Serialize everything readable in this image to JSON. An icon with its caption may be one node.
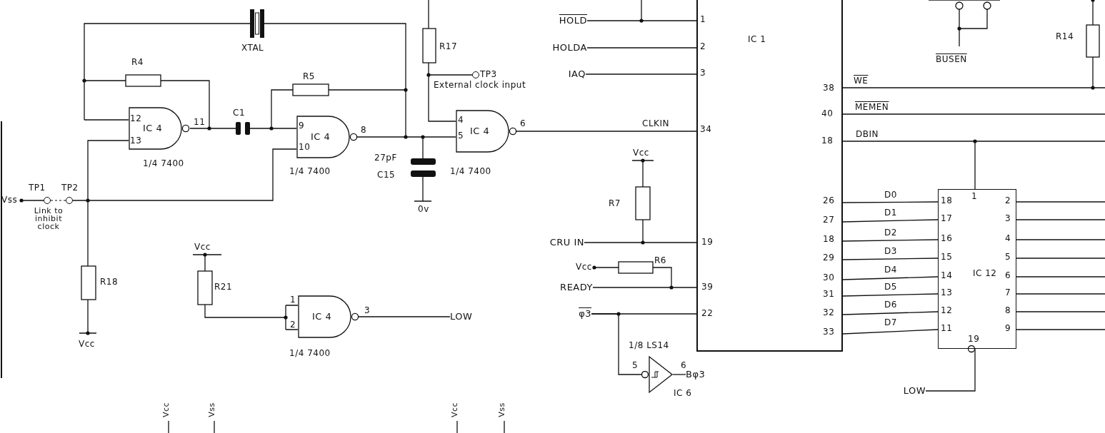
{
  "diagram": {
    "nodes": [
      {
        "text": [
          "IC 4"
        ],
        "beside": [
          "1/4 7400"
        ]
      },
      {
        "text": [
          "IC 4"
        ],
        "beside": [
          "1/4 7400"
        ]
      },
      {
        "text": [
          "IC 4"
        ],
        "beside": [
          "1/4 7400"
        ]
      },
      {
        "text": [
          "IC 4"
        ],
        "beside": [
          "1/4 7400"
        ]
      },
      {
        "text": [
          "IC 1"
        ]
      },
      {
        "text": [
          "IC 12"
        ]
      },
      {
        "text": [],
        "shape": "triangle",
        "beside": [
          "1/8 LS14",
          "IC 6"
        ]
      },
      {
        "text": [
          "HOLD"
        ]
      },
      {
        "text": [
          "HOLDA"
        ]
      },
      {
        "text": [
          "IAQ"
        ]
      },
      {
        "text": [
          "CRU IN"
        ]
      },
      {
        "text": [
          "READY"
        ]
      },
      {
        "text": [
          "φ3"
        ]
      },
      {
        "text": [
          "LOW"
        ]
      },
      {
        "text": [
          "Bφ3"
        ]
      },
      {
        "text": [
          "LOW"
        ]
      }
    ],
    "edges": [
      {
        "from": 0,
        "to": 1,
        "arrow": "none"
      },
      {
        "from": 1,
        "to": 2,
        "arrow": "none"
      },
      {
        "from": 2,
        "to": 4,
        "arrow": "none",
        "label": "CLKIN"
      },
      {
        "from": 7,
        "to": 4,
        "arrow": "none"
      },
      {
        "from": 8,
        "to": 4,
        "arrow": "none"
      },
      {
        "from": 9,
        "to": 4,
        "arrow": "none"
      },
      {
        "from": 10,
        "to": 4,
        "arrow": "none"
      },
      {
        "from": 11,
        "to": 4,
        "arrow": "none"
      },
      {
        "from": 12,
        "to": 4,
        "arrow": "none"
      },
      {
        "from": 12,
        "to": 6,
        "arrow": "other"
      },
      {
        "from": 6,
        "to": 14,
        "arrow": "none"
      },
      {
        "from": 3,
        "to": 13,
        "arrow": "none"
      },
      {
        "from": 4,
        "to": 5,
        "arrow": "none",
        "label": "DBIN"
      },
      {
        "from": 4,
        "to": 5,
        "arrow": "none",
        "label": "D0"
      },
      {
        "from": 4,
        "to": 5,
        "arrow": "none",
        "label": "D1"
      },
      {
        "from": 4,
        "to": 5,
        "arrow": "none",
        "label": "D2"
      },
      {
        "from": 4,
        "to": 5,
        "arrow": "none",
        "label": "D3"
      },
      {
        "from": 4,
        "to": 5,
        "arrow": "none",
        "label": "D4"
      },
      {
        "from": 4,
        "to": 5,
        "arrow": "none",
        "label": "D5"
      },
      {
        "from": 4,
        "to": 5,
        "arrow": "none",
        "label": "D6"
      },
      {
        "from": 4,
        "to": 5,
        "arrow": "none",
        "label": "D7"
      },
      {
        "from": 15,
        "to": 5,
        "arrow": "other"
      }
    ],
    "labels": [
      "XTAL",
      "R4",
      "R5",
      "R17",
      "TP3",
      "External clock input",
      "R14",
      "BUSEN",
      "12",
      "13",
      "11",
      "C1",
      "9",
      "10",
      "8",
      "4",
      "5",
      "6",
      "1",
      "2",
      "3",
      "34",
      "WE",
      "38",
      "MEMEN",
      "40",
      "18",
      "27pF",
      "C15",
      "0v",
      "Vcc",
      "Vss",
      "TP1",
      "TP2",
      "Link to inhibit clock",
      "R7",
      "26",
      "27",
      "18",
      "29",
      "30",
      "31",
      "32",
      "33",
      "18",
      "17",
      "16",
      "15",
      "14",
      "13",
      "12",
      "11",
      "1",
      "2",
      "3",
      "4",
      "5",
      "6",
      "7",
      "8",
      "9",
      "19",
      "19",
      "39",
      "22",
      "R6",
      "Vcc",
      "R18",
      "Vcc",
      "Vcc",
      "R21",
      "1",
      "2",
      "3",
      "5",
      "6",
      "Vcc",
      "Vss",
      "Vcc",
      "Vss"
    ]
  }
}
